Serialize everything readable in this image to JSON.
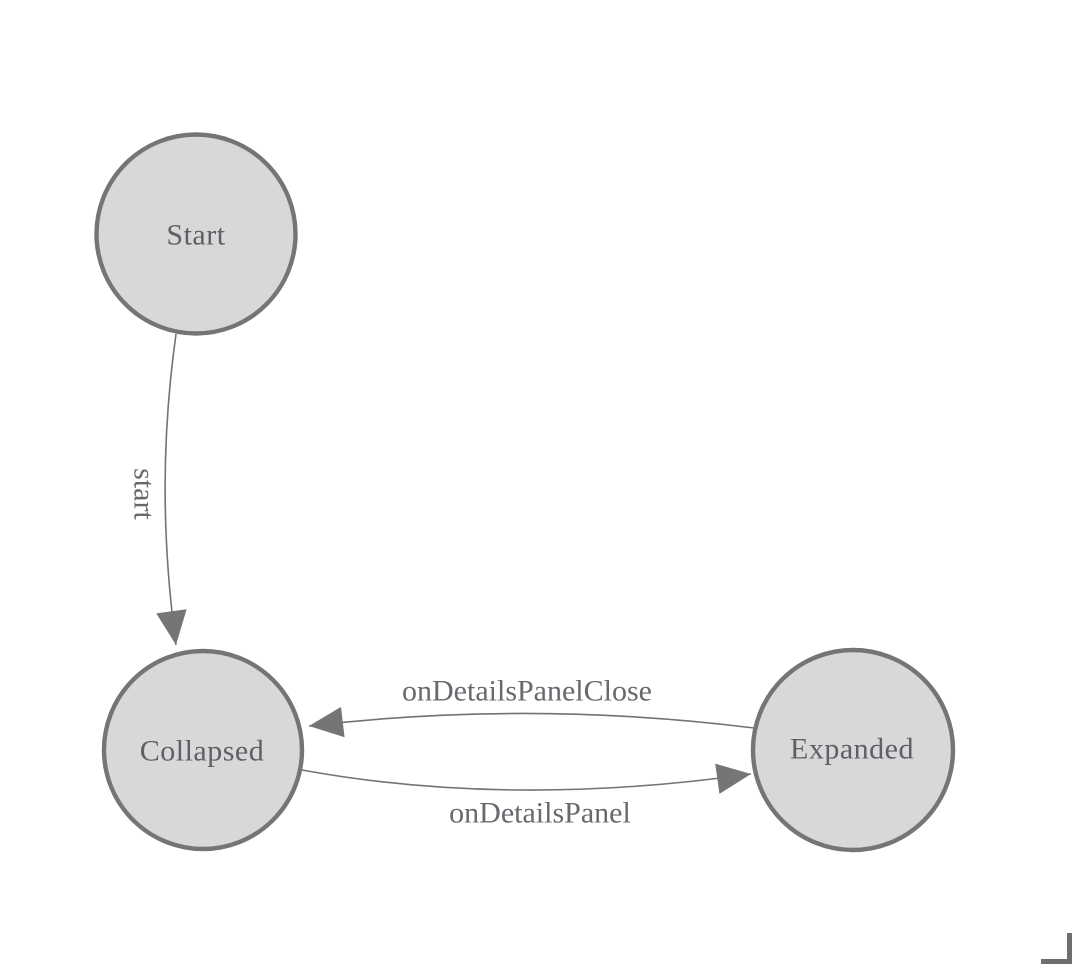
{
  "diagram": {
    "type": "state-machine",
    "background": "#ffffff",
    "states": [
      {
        "id": "start",
        "label": "Start"
      },
      {
        "id": "collapsed",
        "label": "Collapsed"
      },
      {
        "id": "expanded",
        "label": "Expanded"
      }
    ],
    "transitions": [
      {
        "from": "Start",
        "to": "Collapsed",
        "label": "start"
      },
      {
        "from": "Expanded",
        "to": "Collapsed",
        "label": "onDetailsPanelClose"
      },
      {
        "from": "Collapsed",
        "to": "Expanded",
        "label": "onDetailsPanel"
      }
    ],
    "colors": {
      "state_fill": "#d8d8d8",
      "state_border": "#757575",
      "edge_line": "#737373",
      "arrowhead": "#757575",
      "state_text": "#5d6066",
      "edge_text": "#66696d",
      "resize_corner": "#6e6e6e"
    }
  }
}
